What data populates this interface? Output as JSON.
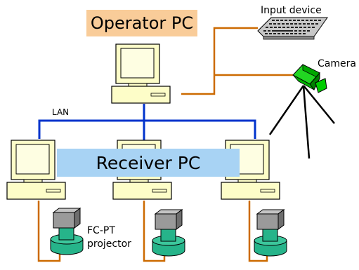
{
  "labels": {
    "operator_pc": "Operator PC",
    "receiver_pc": "Receiver PC",
    "input_device": "Input device",
    "camera": "Camera",
    "lan": "LAN",
    "projector_line1": "FC-PT",
    "projector_line2": "projector"
  },
  "colors": {
    "cable": "#cc6a00",
    "lan": "#0033cc",
    "pc_body": "#fdfdc8",
    "screen": "#fefee2",
    "operator_label_bg": "#f9cc99",
    "receiver_label_bg": "#a8d3f4",
    "camera": "#00e000",
    "projector_base": "#26b48a",
    "projector_head": "#888888"
  },
  "icons": [
    "desktop-pc-icon",
    "keyboard-icon",
    "video-camera-icon",
    "tripod-icon",
    "projector-icon"
  ]
}
